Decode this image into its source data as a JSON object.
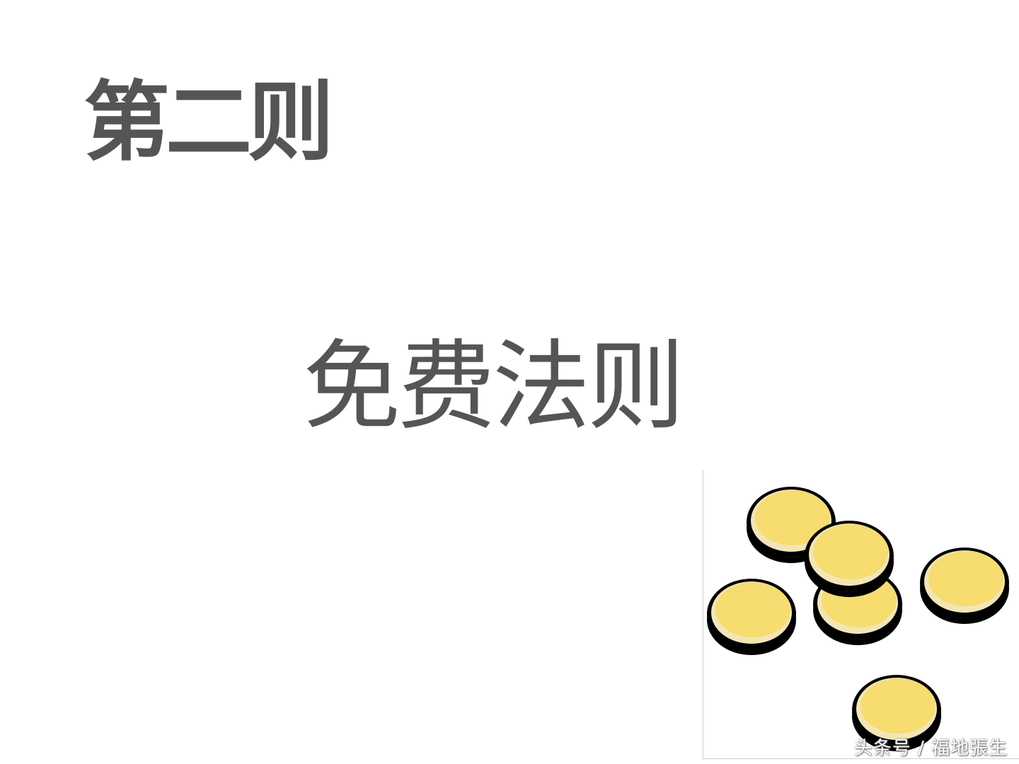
{
  "slide": {
    "title": "第二则",
    "subtitle": "免费法则"
  },
  "clipart": {
    "name": "gold-coins",
    "coin_count": 6,
    "colors": {
      "face": "#F7DC6F",
      "rim": "#F2E6B8",
      "outline": "#000000",
      "edge": "#D9B84A"
    }
  },
  "watermark": "头条号 / 福地張生"
}
